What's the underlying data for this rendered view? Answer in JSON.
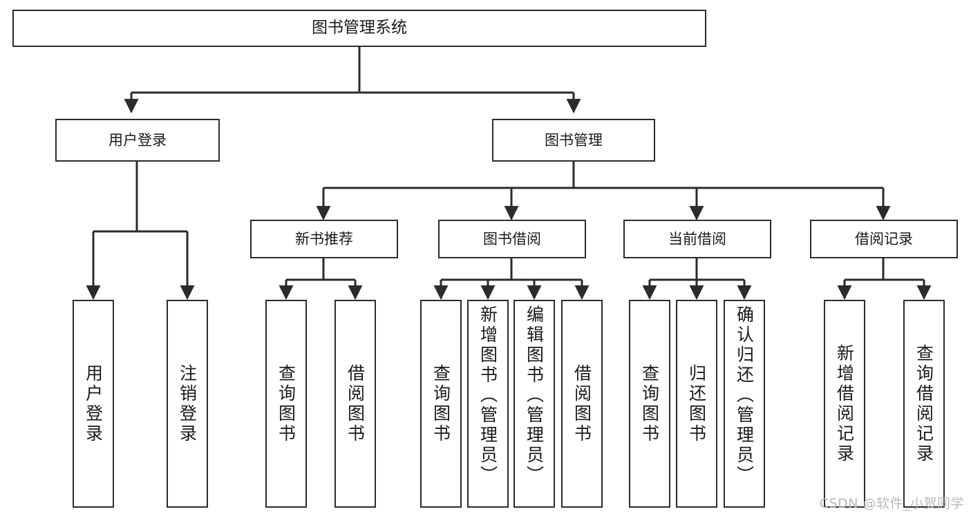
{
  "diagram": {
    "title": "图书管理系统",
    "type": "tree",
    "watermark": "CSDN @软件_小贺同学",
    "colors": {
      "box_border": "#2b2b2b",
      "box_fill": "#ffffff",
      "edge": "#2b2b2b",
      "text": "#1a1a1a",
      "watermark": "#b9b9b9",
      "background": "#ffffff"
    },
    "root": {
      "label": "图书管理系统"
    },
    "level1": [
      {
        "label": "用户登录"
      },
      {
        "label": "图书管理"
      }
    ],
    "level2": [
      {
        "label": "新书推荐"
      },
      {
        "label": "图书借阅"
      },
      {
        "label": "当前借阅"
      },
      {
        "label": "借阅记录"
      }
    ],
    "leaves": {
      "user_login": [
        {
          "label": "用户登录"
        },
        {
          "label": "注销登录"
        }
      ],
      "new_book_recommend": [
        {
          "label": "查询图书"
        },
        {
          "label": "借阅图书"
        }
      ],
      "book_borrow": [
        {
          "label": "查询图书"
        },
        {
          "label": "新增图书（管理员）"
        },
        {
          "label": "编辑图书（管理员）"
        },
        {
          "label": "借阅图书"
        }
      ],
      "current_borrow": [
        {
          "label": "查询图书"
        },
        {
          "label": "归还图书"
        },
        {
          "label": "确认归还（管理员）"
        }
      ],
      "borrow_record": [
        {
          "label": "新增借阅记录"
        },
        {
          "label": "查询借阅记录"
        }
      ]
    }
  }
}
